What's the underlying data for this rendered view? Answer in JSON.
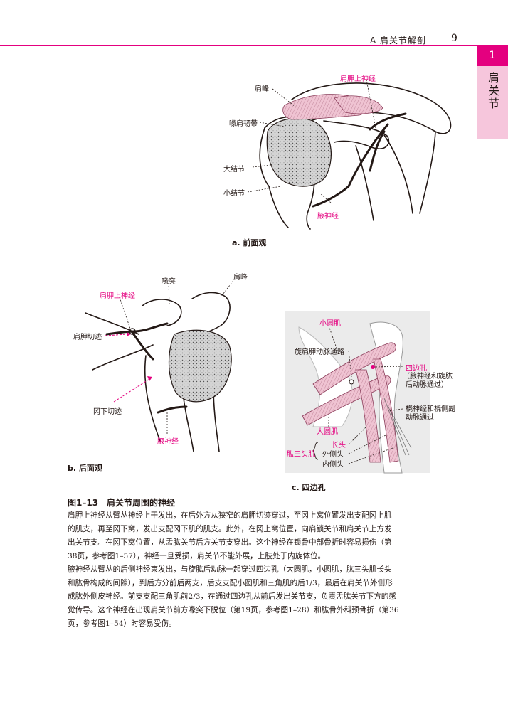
{
  "header": {
    "section": "A  肩关节解剖",
    "page_number": "9"
  },
  "chapter_tab": {
    "number": "1",
    "title": "肩关节"
  },
  "figure_a": {
    "caption": "a. 前面观",
    "labels": {
      "suprascapular_nerve": "肩胛上神经",
      "acromion": "肩峰",
      "coracoacromial_ligament": "喙肩韧带",
      "greater_tubercle": "大结节",
      "lesser_tubercle": "小结节",
      "axillary_nerve": "腋神经"
    }
  },
  "figure_b": {
    "caption": "b. 后面观",
    "labels": {
      "coracoid": "喙突",
      "acromion": "肩峰",
      "suprascapular_nerve": "肩胛上神经",
      "suprascapular_notch": "肩胛切迹",
      "spinoglenoid_notch": "冈下切迹",
      "axillary_nerve": "腋神经"
    }
  },
  "figure_c": {
    "caption": "c. 四边孔",
    "labels": {
      "teres_minor": "小圆肌",
      "circumflex_scapular_artery": "旋肩胛动脉通路",
      "quadrilateral_space": "四边孔",
      "quadrilateral_note1": "（腋神经和旋肱",
      "quadrilateral_note2": "后动脉通过）",
      "radial_note1": "桡神经和桡侧副",
      "radial_note2": "动脉通过",
      "teres_major": "大圆肌",
      "long_head": "长头",
      "triceps": "肱三头肌",
      "lateral_head": "外侧头",
      "medial_head": "内侧头"
    }
  },
  "figure_title": "图1–13　肩关节周围的神经",
  "paragraphs": [
    {
      "lines": [
        "肩胛上神经从臂丛神经上干发出，在后外方从狭窄的肩胛切迹穿过，至冈上窝位置发出支配冈上肌",
        "的肌支，再至冈下窝，发出支配冈下肌的肌支。此外，在冈上窝位置，向肩锁关节和肩关节上方发",
        "出关节支。在冈下窝位置，从盂肱关节后方关节支穿出。这个神经在锁骨中部骨折时容易损伤（第",
        "38页，参考图1–57），神经一旦受损，肩关节不能外展，上肢处于内旋体位。"
      ]
    },
    {
      "lines": [
        "腋神经从臂丛的后侧神经束发出，与旋肱后动脉一起穿过四边孔（大圆肌，小圆肌，肱三头肌长头",
        "和肱骨构成的间隙），到后方分前后两支，后支支配小圆肌和三角肌的后1/3，最后在肩关节外侧形",
        "成肱外侧皮神经。前支支配三角肌前2/3，在通过四边孔从前后发出关节支，负责盂肱关节下方的感",
        "觉传导。这个神经在出现肩关节前方喙突下脱位（第19页，参考图1–28）和肱骨外科颈骨折（第36",
        "页，参考图1–54）时容易受伤。"
      ]
    }
  ],
  "colors": {
    "accent": "#e4007f",
    "tab_bg": "#f6c6dc",
    "muscle": "#e9b7c8",
    "bone_stipple": "#c8c8c8"
  }
}
